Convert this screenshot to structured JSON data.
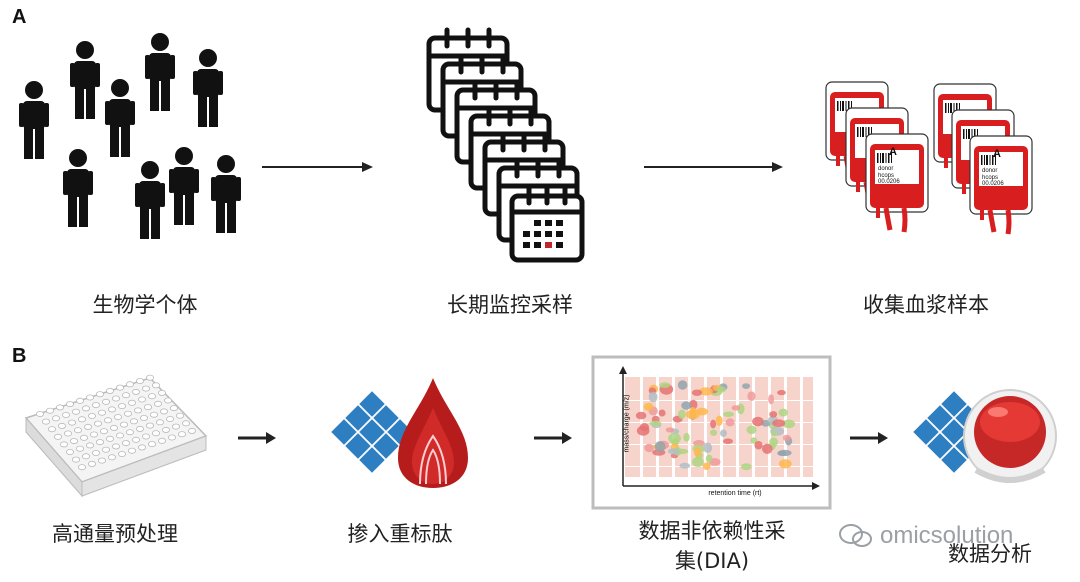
{
  "panel_a": {
    "label": "A",
    "steps": [
      {
        "caption": "生物学个体",
        "icon": "people-group-icon"
      },
      {
        "caption": "长期监控采样",
        "icon": "calendar-stack-icon"
      },
      {
        "caption": "收集血浆样本",
        "icon": "blood-bag-icon"
      }
    ],
    "blood_bag_letter": "A",
    "blood_bag_text_line1": "donor",
    "blood_bag_text_line2": "hcops 00.0206"
  },
  "panel_b": {
    "label": "B",
    "steps": [
      {
        "caption": "高通量预处理",
        "icon": "well-plate-icon"
      },
      {
        "caption": "掺入重标肽",
        "icon": "heavy-peptide-blood-drop-icon"
      },
      {
        "caption_line1": "数据非依赖性采",
        "caption_line2": "集(DIA)",
        "icon": "dia-spectrum-chart-icon"
      },
      {
        "caption": "数据分析",
        "icon": "analysis-icon"
      }
    ],
    "dia_chart": {
      "ylabel": "mass/charge (m/z)",
      "xlabel": "retention time (rt)"
    }
  },
  "watermark": {
    "text": "omicsolution"
  },
  "colors": {
    "blood_red": "#d81e1e",
    "accent_blue": "#2e7fc1",
    "calendar_red": "#c0272d"
  }
}
